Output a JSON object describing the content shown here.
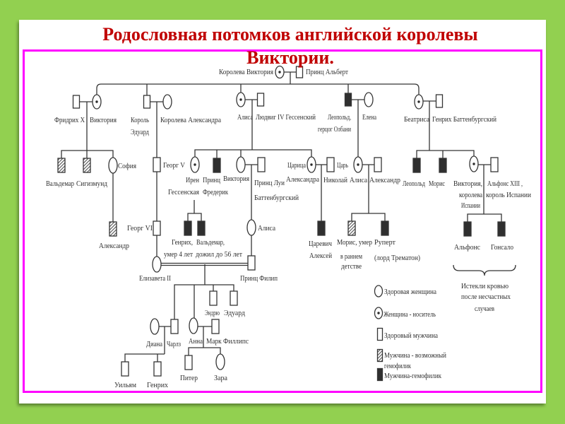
{
  "theme": {
    "background": "#92D050",
    "title_color": "#C00000",
    "frame_color": "#FF00FF"
  },
  "slide": {
    "title": "Родословная потомков английской королевы Виктории."
  },
  "pedigree": {
    "people": {
      "queen_victoria": {
        "label": [
          "Королева Виктория"
        ],
        "status": "carrier_female"
      },
      "prince_albert": {
        "label": [
          "Принц Альберт"
        ],
        "status": "healthy_male"
      },
      "frederick": {
        "label": [
          "Фридрих X"
        ],
        "status": "healthy_male"
      },
      "victoria_princess_royal": {
        "label": [
          "Виктория"
        ],
        "status": "carrier_female"
      },
      "king_edward": {
        "label": [
          "Король",
          "Эдуард"
        ],
        "status": "healthy_male"
      },
      "queen_alexandra": {
        "label": [
          "Королева Александра"
        ],
        "status": "healthy_female"
      },
      "alice": {
        "label": [
          "Алиса"
        ],
        "status": "carrier_female"
      },
      "ludwig_iv": {
        "label": [
          "Людвиг IV Гессенский"
        ],
        "status": "healthy_male"
      },
      "leopold_albany": {
        "label": [
          "Леопольд,",
          "герцог Олбани"
        ],
        "status": "hemophiliac_male"
      },
      "helena": {
        "label": [
          "Елена"
        ],
        "status": "healthy_female"
      },
      "beatrice": {
        "label": [
          "Беатриса"
        ],
        "status": "carrier_female"
      },
      "henry_battenberg": {
        "label": [
          "Генрих Баттенбургский"
        ],
        "status": "healthy_male"
      },
      "waldemar": {
        "label": [
          "Вальдемар"
        ],
        "status": "possible_hemophiliac_male"
      },
      "sigismund": {
        "label": [
          "Сигизмунд"
        ],
        "status": "possible_hemophiliac_male"
      },
      "sophia": {
        "label": [
          "София"
        ],
        "status": "healthy_female"
      },
      "george_v": {
        "label": [
          "Георг V"
        ],
        "status": "healthy_male"
      },
      "irene": {
        "label": [
          "Ирен",
          "Гессенская"
        ],
        "status": "carrier_female"
      },
      "prince_frederick": {
        "label": [
          "Принц",
          "Фредерик"
        ],
        "status": "hemophiliac_male"
      },
      "victoria_hesse": {
        "label": [
          "Виктория"
        ],
        "status": "healthy_female"
      },
      "prince_louis": {
        "label": [
          "Принц Луи",
          "Баттенбургский"
        ],
        "status": "healthy_male"
      },
      "tsarina_alexandra": {
        "label": [
          "Царица",
          "Александра"
        ],
        "status": "carrier_female"
      },
      "tsar_nicholas": {
        "label": [
          "Царь",
          "Николай"
        ],
        "status": "healthy_male"
      },
      "alice_albany": {
        "label": [
          "Алиса"
        ],
        "status": "carrier_female"
      },
      "alexander_cambridge": {
        "label": [
          "Александр"
        ],
        "status": "healthy_male"
      },
      "leopold_battenberg": {
        "label": [
          "Леопольд"
        ],
        "status": "hemophiliac_male"
      },
      "maurice_battenberg": {
        "label": [
          "Морис"
        ],
        "status": "hemophiliac_male"
      },
      "victoria_eugenie": {
        "label": [
          "Виктория,",
          "королева",
          "Испании"
        ],
        "status": "carrier_female"
      },
      "alfonso_xiii": {
        "label": [
          "Альфонс XIII ,",
          "король Испании"
        ],
        "status": "healthy_male"
      },
      "alexander_greece": {
        "label": [
          "Александр"
        ],
        "status": "possible_hemophiliac_male"
      },
      "george_vi": {
        "label": [
          "Георг VI"
        ],
        "status": "healthy_male"
      },
      "henry_prussia": {
        "label": [
          "Генрих,",
          "умер 4 лет"
        ],
        "status": "hemophiliac_male"
      },
      "waldemar_prussia": {
        "label": [
          "Вальдемар,",
          "дожил до 56 лет"
        ],
        "status": "hemophiliac_male"
      },
      "alice_battenberg": {
        "label": [
          "Алиса"
        ],
        "status": "healthy_female"
      },
      "tsarevich_alexei": {
        "label": [
          "Царевич",
          "Алексей"
        ],
        "status": "hemophiliac_male"
      },
      "maurice_teck": {
        "label": [
          "Морис, умер",
          "в раннем",
          "детстве"
        ],
        "status": "possible_hemophiliac_male"
      },
      "rupert": {
        "label": [
          "Руперт",
          "(лорд Трематон)"
        ],
        "status": "hemophiliac_male"
      },
      "alfonso": {
        "label": [
          "Альфонс"
        ],
        "status": "hemophiliac_male"
      },
      "gonzalo": {
        "label": [
          "Гонсало"
        ],
        "status": "hemophiliac_male"
      },
      "elizabeth_ii": {
        "label": [
          "Елизавета II"
        ],
        "status": "healthy_female"
      },
      "prince_philip": {
        "label": [
          "Принц Филип"
        ],
        "status": "healthy_male"
      },
      "charles": {
        "label": [
          "Чарлз"
        ],
        "status": "healthy_male"
      },
      "diana": {
        "label": [
          "Диана"
        ],
        "status": "healthy_female"
      },
      "anne": {
        "label": [
          "Анна"
        ],
        "status": "healthy_female"
      },
      "mark_phillips": {
        "label": [
          "Марк Филлипс"
        ],
        "status": "healthy_male"
      },
      "andrew": {
        "label": [
          "Эндрю"
        ],
        "status": "healthy_male"
      },
      "edward": {
        "label": [
          "Эдуард"
        ],
        "status": "healthy_male"
      },
      "william": {
        "label": [
          "Уильям"
        ],
        "status": "healthy_male"
      },
      "henry": {
        "label": [
          "Генрих"
        ],
        "status": "healthy_male"
      },
      "peter": {
        "label": [
          "Питер"
        ],
        "status": "healthy_male"
      },
      "zara": {
        "label": [
          "Зара"
        ],
        "status": "healthy_female"
      }
    },
    "families": [
      {
        "parents": [
          "queen_victoria",
          "prince_albert"
        ],
        "children": [
          "victoria_princess_royal",
          "king_edward",
          "alice",
          "leopold_albany",
          "beatrice"
        ]
      },
      {
        "parents": [
          "frederick",
          "victoria_princess_royal"
        ],
        "children": [
          "waldemar",
          "sigismund",
          "sophia"
        ]
      },
      {
        "parents": [
          "king_edward",
          "queen_alexandra"
        ],
        "children": [
          "george_v"
        ]
      },
      {
        "parents": [
          "alice",
          "ludwig_iv"
        ],
        "children": [
          "irene",
          "prince_frederick",
          "victoria_hesse",
          "tsarina_alexandra"
        ]
      },
      {
        "parents": [
          "leopold_albany",
          "helena"
        ],
        "children": [
          "alice_albany"
        ]
      },
      {
        "parents": [
          "beatrice",
          "henry_battenberg"
        ],
        "children": [
          "leopold_battenberg",
          "maurice_battenberg",
          "victoria_eugenie"
        ]
      },
      {
        "parents": [
          "sophia"
        ],
        "children": [
          "alexander_greece"
        ]
      },
      {
        "parents": [
          "george_v"
        ],
        "children": [
          "george_vi"
        ]
      },
      {
        "parents": [
          "irene"
        ],
        "children": [
          "henry_prussia",
          "waldemar_prussia"
        ]
      },
      {
        "parents": [
          "victoria_hesse",
          "prince_louis"
        ],
        "children": [
          "alice_battenberg"
        ]
      },
      {
        "parents": [
          "tsarina_alexandra",
          "tsar_nicholas"
        ],
        "children": [
          "tsarevich_alexei"
        ]
      },
      {
        "parents": [
          "alice_albany",
          "alexander_cambridge"
        ],
        "children": [
          "maurice_teck",
          "rupert"
        ]
      },
      {
        "parents": [
          "victoria_eugenie",
          "alfonso_xiii"
        ],
        "children": [
          "alfonso",
          "gonzalo"
        ]
      },
      {
        "parents": [
          "george_vi"
        ],
        "children": [
          "elizabeth_ii"
        ]
      },
      {
        "parents": [
          "alice_battenberg"
        ],
        "children": [
          "prince_philip"
        ]
      },
      {
        "parents": [
          "elizabeth_ii",
          "prince_philip"
        ],
        "children": [
          "charles",
          "anne",
          "andrew",
          "edward"
        ],
        "marriage_line": "double"
      },
      {
        "parents": [
          "diana",
          "charles"
        ],
        "children": [
          "william",
          "henry"
        ]
      },
      {
        "parents": [
          "anne",
          "mark_phillips"
        ],
        "children": [
          "peter",
          "zara"
        ]
      }
    ],
    "note": {
      "refers_to": [
        "alfonso",
        "gonzalo"
      ],
      "label": [
        "Истекли кровью",
        "после несчастных",
        "случаев"
      ]
    }
  },
  "legend": [
    {
      "status": "healthy_female",
      "label": [
        "Здоровая женщина"
      ]
    },
    {
      "status": "carrier_female",
      "label": [
        "Женщина - носитель"
      ]
    },
    {
      "status": "healthy_male",
      "label": [
        "Здоровый мужчина"
      ]
    },
    {
      "status": "possible_hemophiliac_male",
      "label": [
        "Мужчина - возможный",
        "гемофилик"
      ]
    },
    {
      "status": "hemophiliac_male",
      "label": [
        "Мужчина-гемофилик"
      ]
    }
  ]
}
